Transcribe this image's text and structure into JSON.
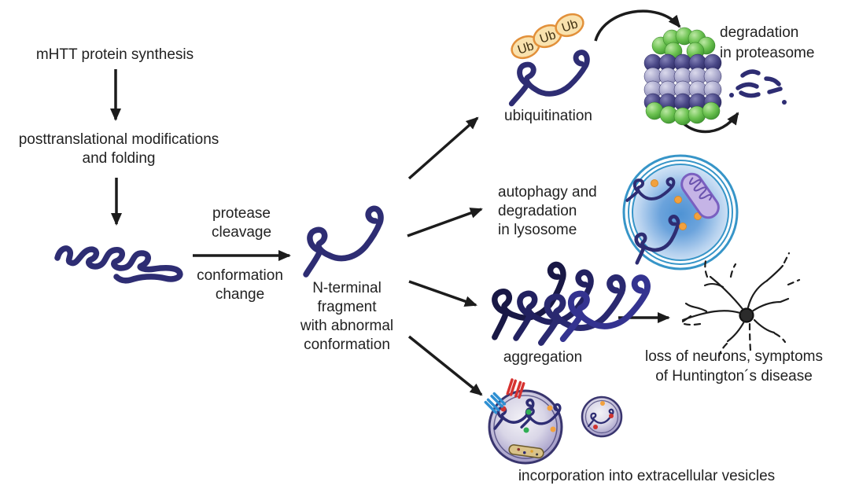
{
  "labels": {
    "synthesis": "mHTT protein synthesis",
    "modifications": [
      "posttranslational modifications",
      "and folding"
    ],
    "protease": [
      "protease",
      "cleavage"
    ],
    "conformation": [
      "conformation",
      "change"
    ],
    "n_terminal": [
      "N-terminal",
      "fragment",
      "with abnormal",
      "conformation"
    ],
    "ubiquitination": "ubiquitination",
    "degradation_proteasome": [
      "degradation",
      "in proteasome"
    ],
    "autophagy": [
      "autophagy and",
      "degradation",
      "in lysosome"
    ],
    "aggregation": "aggregation",
    "neuron_loss": [
      "loss of neurons, symptoms",
      "of Huntington´s disease"
    ],
    "vesicles": "incorporation into extracellular vesicles",
    "ub": "Ub"
  },
  "colors": {
    "protein_navy": "#2e2d73",
    "aggregate_dark_navy": "#191845",
    "arrow_black": "#1c1c1c",
    "ub_fill": "#f9e2ae",
    "ub_border": "#e2903a",
    "proteasome_green": "#6cc251",
    "proteasome_navy": "#4a4887",
    "proteasome_lavender": "#a9a8cc",
    "lysosome_blue_ring": "#3795c8",
    "lysosome_center_blue": "#4f93d4",
    "cargo_dot_orange": "#f2a13e",
    "mitochondria_purple": "#7a5fc0",
    "vesicle_purple": "#8f88ba",
    "vesicle_border": "#39356e",
    "receptor_red": "#d63230",
    "receptor_blue": "#2e8fd2",
    "degraded_body_tan": "#d9c289",
    "dot_red": "#cf3430",
    "dot_green": "#2fae54"
  }
}
